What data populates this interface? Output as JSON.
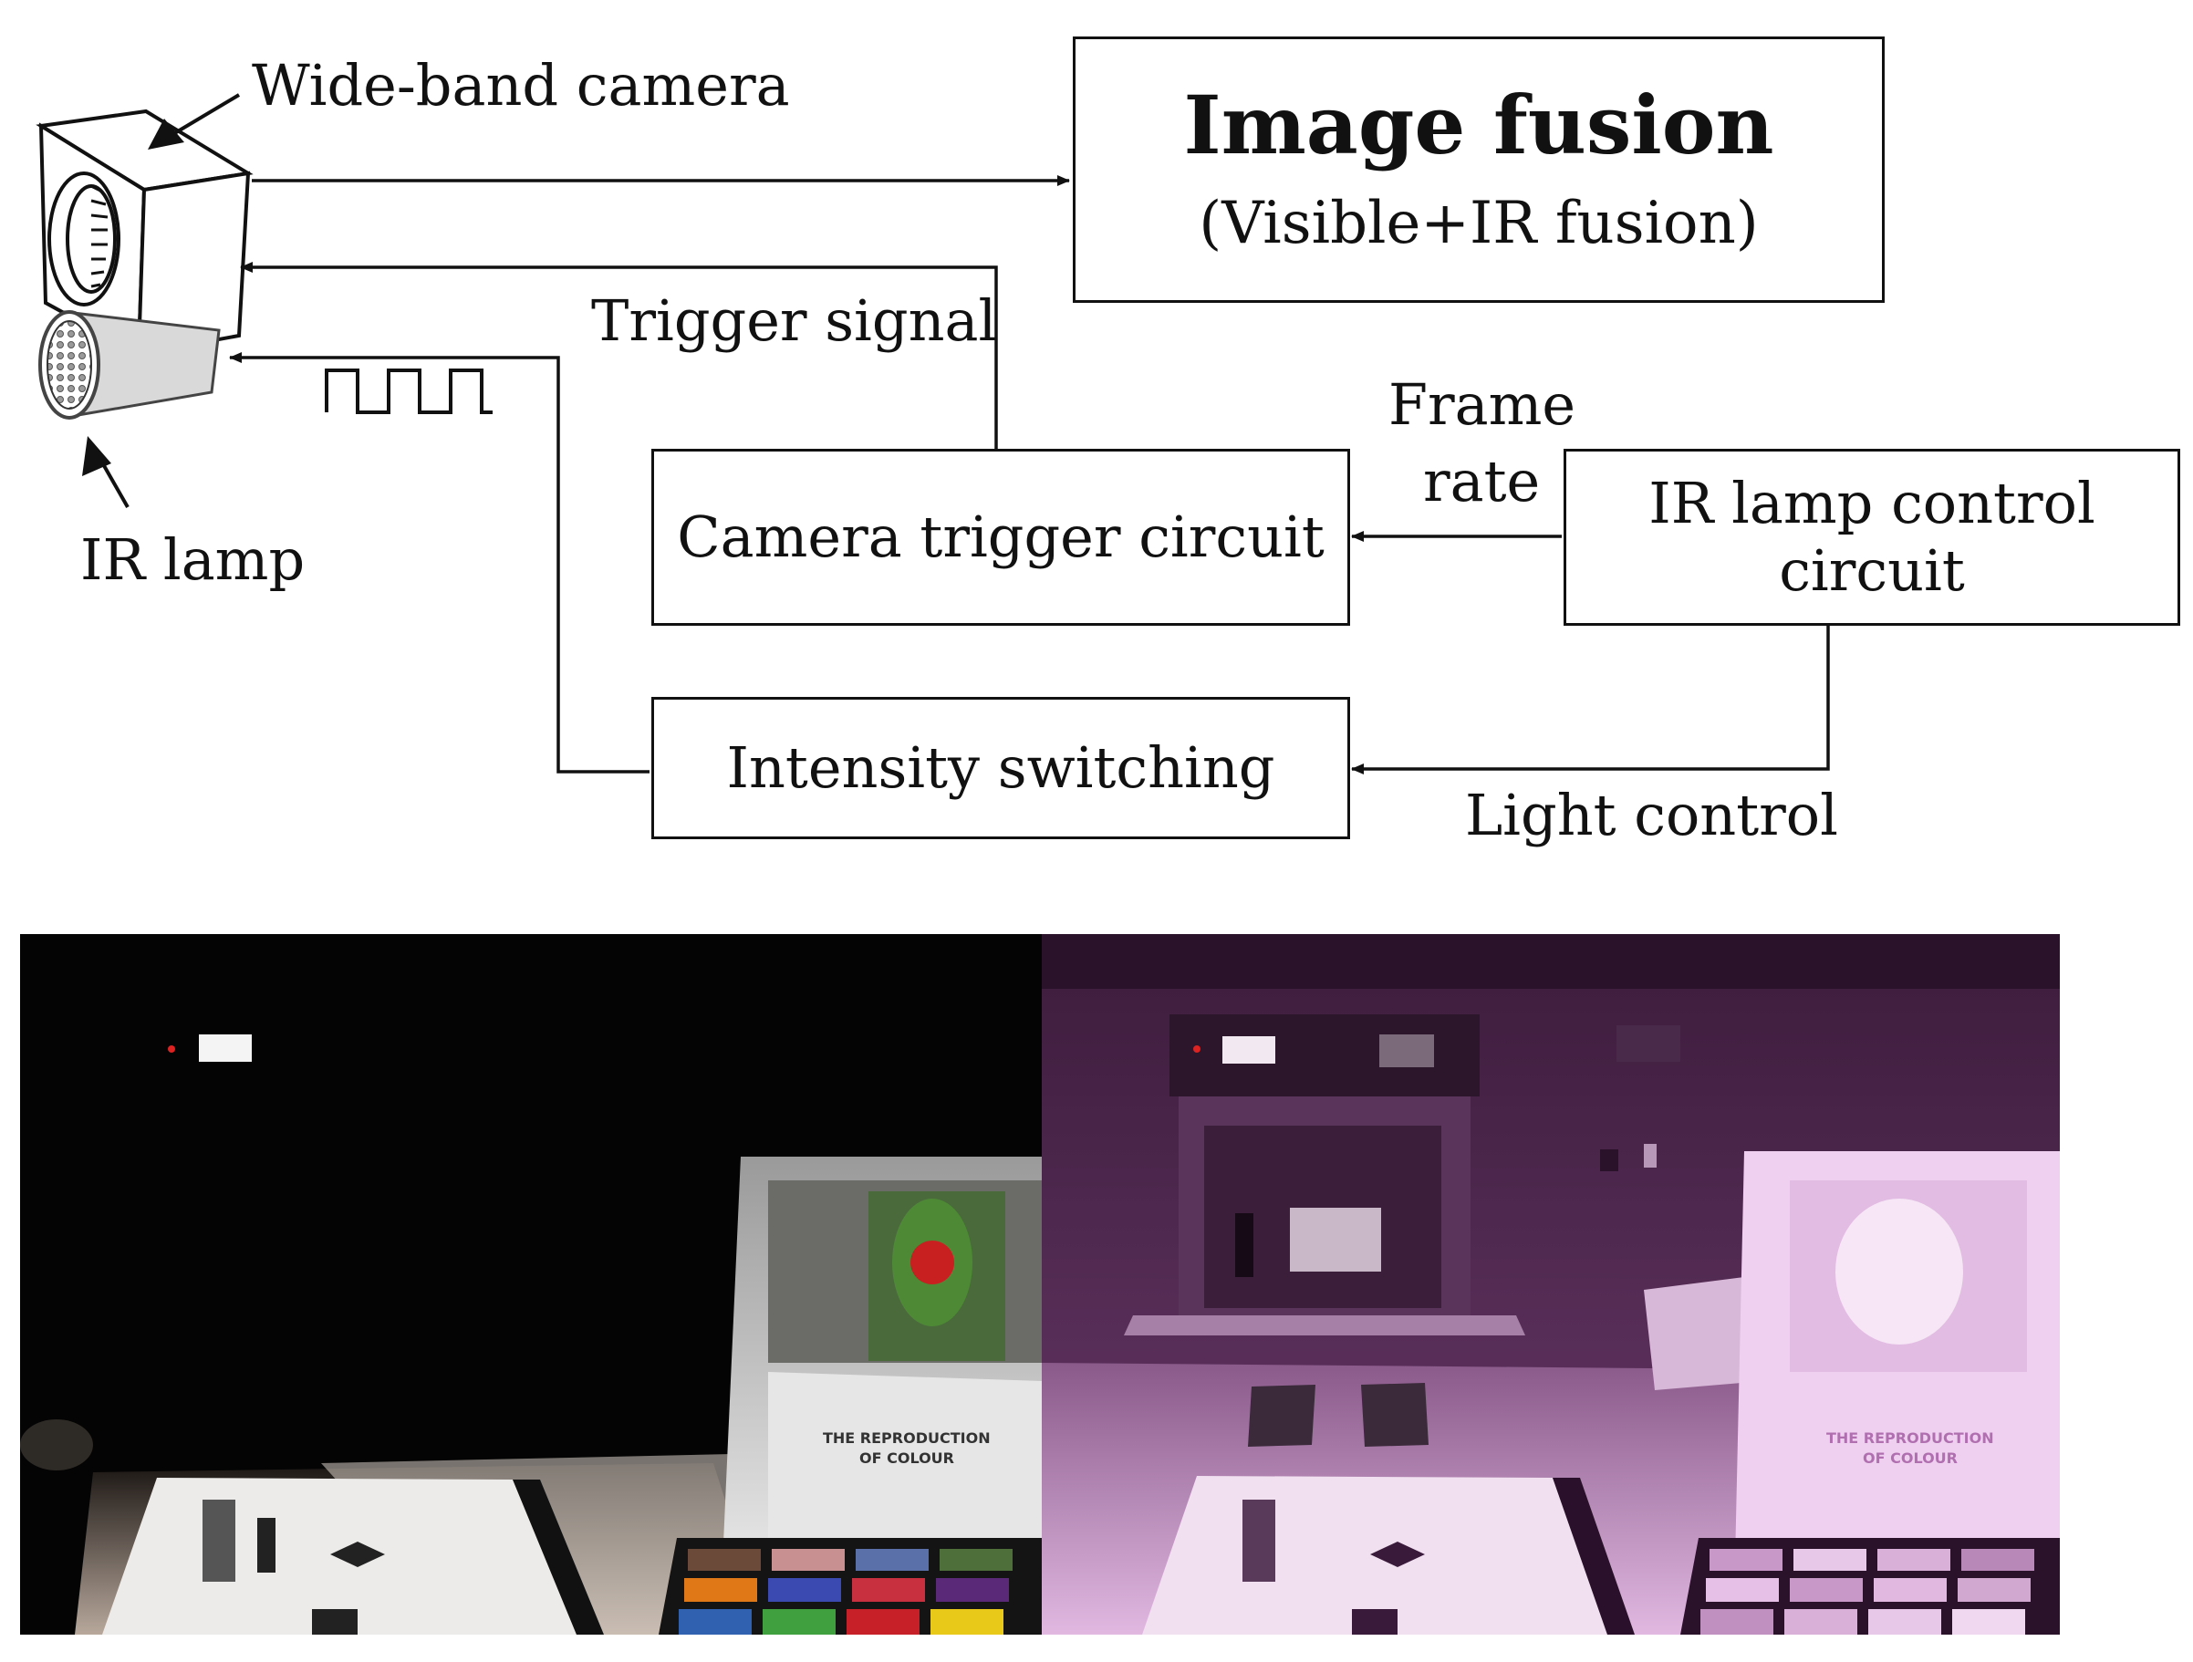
{
  "labels": {
    "camera": "Wide-band camera",
    "ir_lamp": "IR lamp",
    "trigger_signal": "Trigger signal",
    "frame_rate_1": "Frame",
    "frame_rate_2": "rate",
    "light_control": "Light control"
  },
  "boxes": {
    "image_fusion_title": "Image fusion",
    "image_fusion_sub": "(Visible+IR fusion)",
    "camera_trigger": "Camera trigger circuit",
    "ir_control_1": "IR lamp control",
    "ir_control_2": "circuit",
    "intensity": "Intensity switching"
  },
  "photos": {
    "left_caption_1": "THE REPRODUCTION",
    "left_caption_2": "OF COLOUR",
    "right_caption_1": "THE REPRODUCTION",
    "right_caption_2": "OF COLOUR"
  },
  "colors": {
    "line": "#111111",
    "visible_bg": "#050505",
    "ir_tint": "#7a3f7c"
  }
}
